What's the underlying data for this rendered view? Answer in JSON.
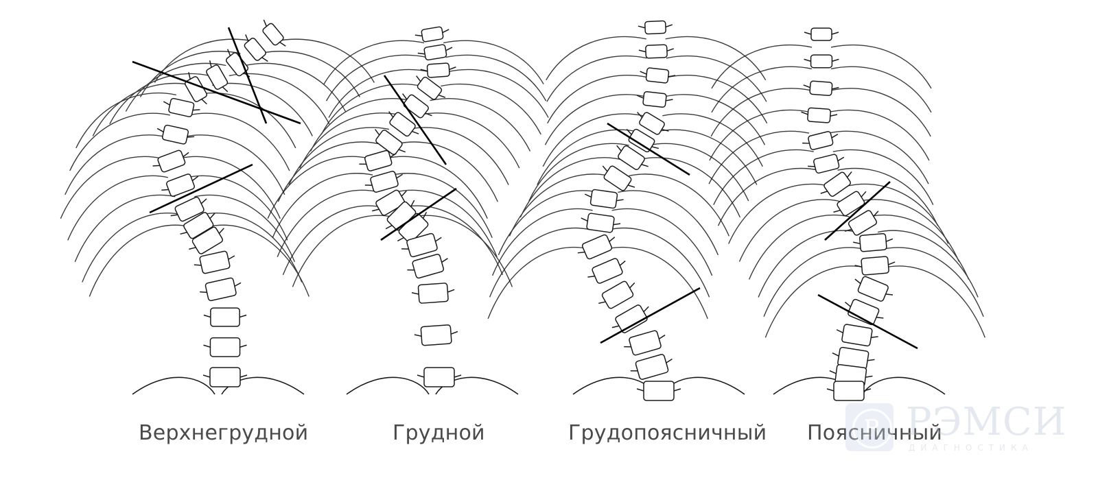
{
  "curve_types": [
    {
      "id": "upper-thoracic",
      "label": "Верхнегрудной"
    },
    {
      "id": "thoracic",
      "label": "Грудной"
    },
    {
      "id": "thoracolumbar",
      "label": "Грудопоясничный"
    },
    {
      "id": "lumbar",
      "label": "Поясничный"
    }
  ],
  "watermark": {
    "logo_letter": "R",
    "title": "РЭМСИ",
    "subtitle": "ДИАГНОСТИКА"
  },
  "colors": {
    "line": "#1a1a1a",
    "caption": "#4a4a4a",
    "watermark": "#b5c2d6"
  }
}
